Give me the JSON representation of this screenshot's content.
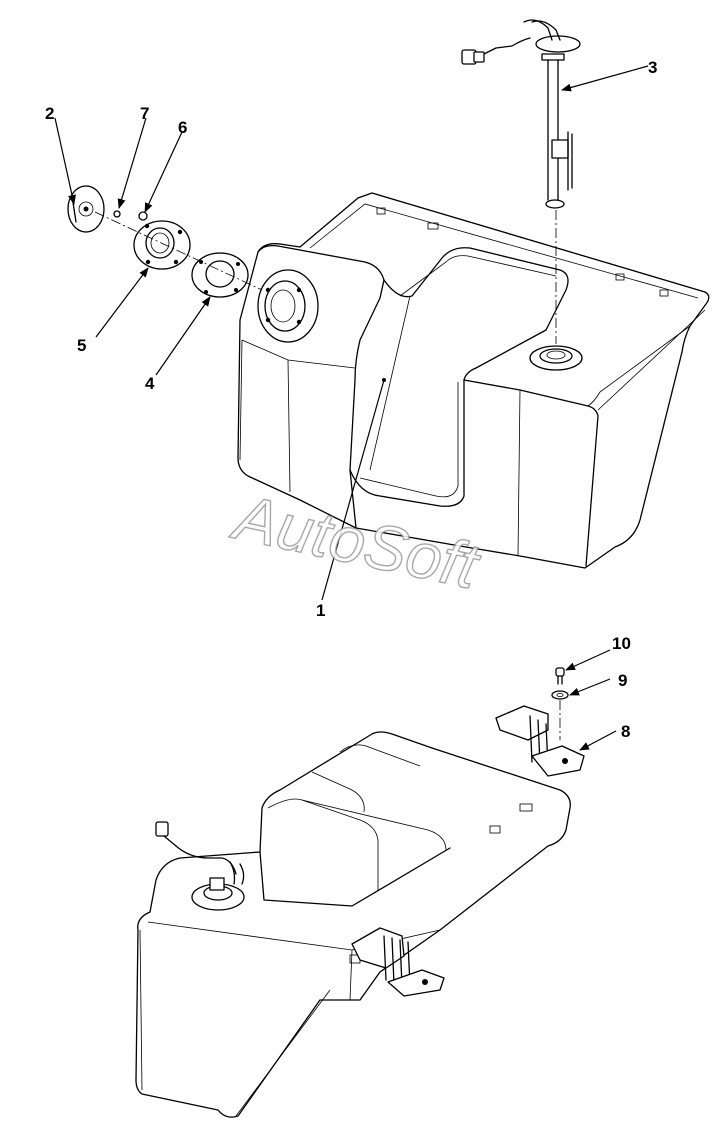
{
  "callouts": [
    {
      "id": "1",
      "label": "1"
    },
    {
      "id": "2",
      "label": "2"
    },
    {
      "id": "3",
      "label": "3"
    },
    {
      "id": "4",
      "label": "4"
    },
    {
      "id": "5",
      "label": "5"
    },
    {
      "id": "6",
      "label": "6"
    },
    {
      "id": "7",
      "label": "7"
    },
    {
      "id": "8",
      "label": "8"
    },
    {
      "id": "9",
      "label": "9"
    },
    {
      "id": "10",
      "label": "10"
    }
  ],
  "watermark": "AutoSoft",
  "icons": [
    "fuel-tank-exploded-view",
    "fuel-tank-assembled-view",
    "arrow-head"
  ],
  "colors": {
    "line": "#000000",
    "background": "#ffffff",
    "watermark_outline": "#9a9a9a"
  }
}
